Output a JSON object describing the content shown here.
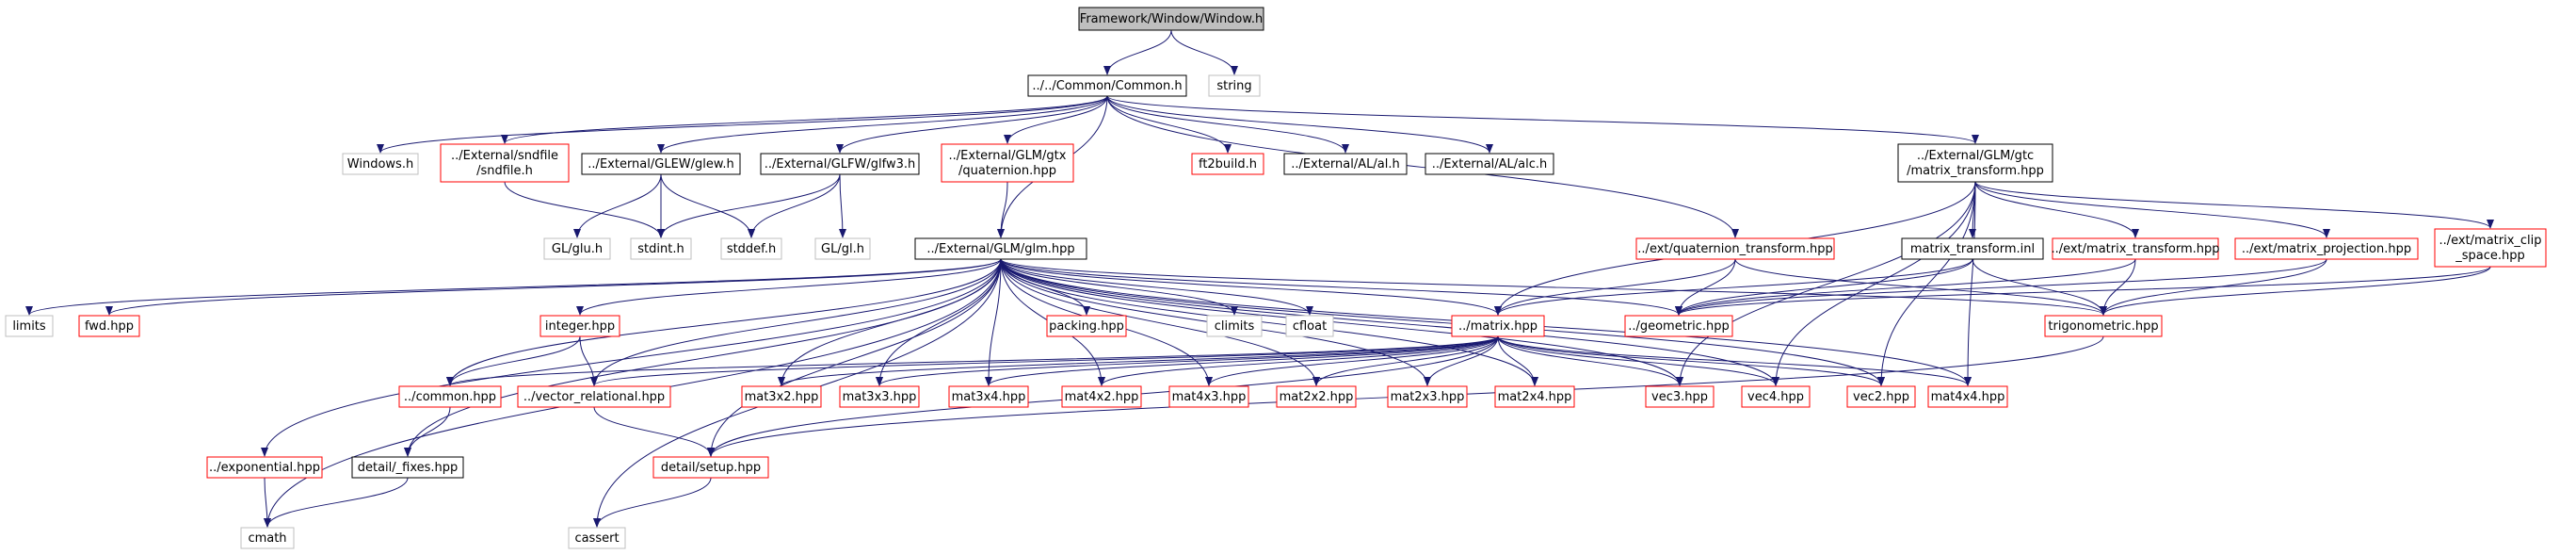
{
  "colors": {
    "edge": "#191970",
    "box_black": "#000000",
    "box_red": "#ff0000",
    "box_gray": "#bfbfbf",
    "root_fill": "#bfbfbf",
    "text": "#000000"
  },
  "nodes": [
    {
      "id": "window_h",
      "lines": [
        "Framework/Window/Window.h"
      ],
      "style": "root"
    },
    {
      "id": "string",
      "lines": [
        "string"
      ],
      "style": "gray"
    },
    {
      "id": "common_h",
      "lines": [
        "../../Common/Common.h"
      ],
      "style": "black"
    },
    {
      "id": "windows_h",
      "lines": [
        "Windows.h"
      ],
      "style": "gray"
    },
    {
      "id": "sndfile_h",
      "lines": [
        "../External/sndfile",
        "/sndfile.h"
      ],
      "style": "red"
    },
    {
      "id": "glew_h",
      "lines": [
        "../External/GLEW/glew.h"
      ],
      "style": "black"
    },
    {
      "id": "glfw3_h",
      "lines": [
        "../External/GLFW/glfw3.h"
      ],
      "style": "black"
    },
    {
      "id": "quaternion_hpp",
      "lines": [
        "../External/GLM/gtx",
        "/quaternion.hpp"
      ],
      "style": "red"
    },
    {
      "id": "ft2build_h",
      "lines": [
        "ft2build.h"
      ],
      "style": "red"
    },
    {
      "id": "al_h",
      "lines": [
        "../External/AL/al.h"
      ],
      "style": "black"
    },
    {
      "id": "alc_h",
      "lines": [
        "../External/AL/alc.h"
      ],
      "style": "black"
    },
    {
      "id": "gtc_matrix_transform",
      "lines": [
        "../External/GLM/gtc",
        "/matrix_transform.hpp"
      ],
      "style": "black"
    },
    {
      "id": "gl_glu_h",
      "lines": [
        "GL/glu.h"
      ],
      "style": "gray"
    },
    {
      "id": "stdint_h",
      "lines": [
        "stdint.h"
      ],
      "style": "gray"
    },
    {
      "id": "stddef_h",
      "lines": [
        "stddef.h"
      ],
      "style": "gray"
    },
    {
      "id": "gl_gl_h",
      "lines": [
        "GL/gl.h"
      ],
      "style": "gray"
    },
    {
      "id": "glm_hpp",
      "lines": [
        "../External/GLM/glm.hpp"
      ],
      "style": "black"
    },
    {
      "id": "ext_quat_transform",
      "lines": [
        "../ext/quaternion_transform.hpp"
      ],
      "style": "red"
    },
    {
      "id": "matrix_transform_inl",
      "lines": [
        "matrix_transform.inl"
      ],
      "style": "black"
    },
    {
      "id": "ext_matrix_transform",
      "lines": [
        "../ext/matrix_transform.hpp"
      ],
      "style": "red"
    },
    {
      "id": "ext_matrix_projection",
      "lines": [
        "../ext/matrix_projection.hpp"
      ],
      "style": "red"
    },
    {
      "id": "ext_matrix_clip_space",
      "lines": [
        "../ext/matrix_clip",
        "_space.hpp"
      ],
      "style": "red"
    },
    {
      "id": "limits",
      "lines": [
        "limits"
      ],
      "style": "gray"
    },
    {
      "id": "fwd_hpp",
      "lines": [
        "fwd.hpp"
      ],
      "style": "red"
    },
    {
      "id": "integer_hpp",
      "lines": [
        "integer.hpp"
      ],
      "style": "red"
    },
    {
      "id": "packing_hpp",
      "lines": [
        "packing.hpp"
      ],
      "style": "red"
    },
    {
      "id": "climits",
      "lines": [
        "climits"
      ],
      "style": "gray"
    },
    {
      "id": "cfloat",
      "lines": [
        "cfloat"
      ],
      "style": "gray"
    },
    {
      "id": "matrix_hpp",
      "lines": [
        "../matrix.hpp"
      ],
      "style": "red"
    },
    {
      "id": "geometric_hpp",
      "lines": [
        "../geometric.hpp"
      ],
      "style": "red"
    },
    {
      "id": "trigonometric_hpp",
      "lines": [
        "trigonometric.hpp"
      ],
      "style": "red"
    },
    {
      "id": "common_hpp",
      "lines": [
        "../common.hpp"
      ],
      "style": "red"
    },
    {
      "id": "vector_relational_hpp",
      "lines": [
        "../vector_relational.hpp"
      ],
      "style": "red"
    },
    {
      "id": "mat3x2_hpp",
      "lines": [
        "mat3x2.hpp"
      ],
      "style": "red"
    },
    {
      "id": "mat3x3_hpp",
      "lines": [
        "mat3x3.hpp"
      ],
      "style": "red"
    },
    {
      "id": "mat3x4_hpp",
      "lines": [
        "mat3x4.hpp"
      ],
      "style": "red"
    },
    {
      "id": "mat4x2_hpp",
      "lines": [
        "mat4x2.hpp"
      ],
      "style": "red"
    },
    {
      "id": "mat4x3_hpp",
      "lines": [
        "mat4x3.hpp"
      ],
      "style": "red"
    },
    {
      "id": "mat2x2_hpp",
      "lines": [
        "mat2x2.hpp"
      ],
      "style": "red"
    },
    {
      "id": "mat2x3_hpp",
      "lines": [
        "mat2x3.hpp"
      ],
      "style": "red"
    },
    {
      "id": "mat2x4_hpp",
      "lines": [
        "mat2x4.hpp"
      ],
      "style": "red"
    },
    {
      "id": "vec3_hpp",
      "lines": [
        "vec3.hpp"
      ],
      "style": "red"
    },
    {
      "id": "vec4_hpp",
      "lines": [
        "vec4.hpp"
      ],
      "style": "red"
    },
    {
      "id": "vec2_hpp",
      "lines": [
        "vec2.hpp"
      ],
      "style": "red"
    },
    {
      "id": "mat4x4_hpp",
      "lines": [
        "mat4x4.hpp"
      ],
      "style": "red"
    },
    {
      "id": "exponential_hpp",
      "lines": [
        "../exponential.hpp"
      ],
      "style": "red"
    },
    {
      "id": "detail_fixes_hpp",
      "lines": [
        "detail/_fixes.hpp"
      ],
      "style": "black"
    },
    {
      "id": "detail_setup_hpp",
      "lines": [
        "detail/setup.hpp"
      ],
      "style": "red"
    },
    {
      "id": "cmath",
      "lines": [
        "cmath"
      ],
      "style": "gray"
    },
    {
      "id": "cassert",
      "lines": [
        "cassert"
      ],
      "style": "gray"
    }
  ],
  "edges": [
    [
      "window_h",
      "common_h"
    ],
    [
      "window_h",
      "string"
    ],
    [
      "common_h",
      "windows_h"
    ],
    [
      "common_h",
      "sndfile_h"
    ],
    [
      "common_h",
      "glew_h"
    ],
    [
      "common_h",
      "glfw3_h"
    ],
    [
      "common_h",
      "quaternion_hpp"
    ],
    [
      "common_h",
      "ft2build_h"
    ],
    [
      "common_h",
      "al_h"
    ],
    [
      "common_h",
      "alc_h"
    ],
    [
      "common_h",
      "gtc_matrix_transform"
    ],
    [
      "common_h",
      "glm_hpp"
    ],
    [
      "common_h",
      "ext_quat_transform"
    ],
    [
      "sndfile_h",
      "stdint_h"
    ],
    [
      "glew_h",
      "gl_glu_h"
    ],
    [
      "glew_h",
      "stdint_h"
    ],
    [
      "glew_h",
      "stddef_h"
    ],
    [
      "glfw3_h",
      "stdint_h"
    ],
    [
      "glfw3_h",
      "stddef_h"
    ],
    [
      "glfw3_h",
      "gl_gl_h"
    ],
    [
      "quaternion_hpp",
      "glm_hpp"
    ],
    [
      "gtc_matrix_transform",
      "matrix_transform_inl"
    ],
    [
      "gtc_matrix_transform",
      "ext_matrix_transform"
    ],
    [
      "gtc_matrix_transform",
      "ext_matrix_projection"
    ],
    [
      "gtc_matrix_transform",
      "ext_matrix_clip_space"
    ],
    [
      "gtc_matrix_transform",
      "vec3_hpp"
    ],
    [
      "gtc_matrix_transform",
      "vec4_hpp"
    ],
    [
      "gtc_matrix_transform",
      "vec2_hpp"
    ],
    [
      "gtc_matrix_transform",
      "mat4x4_hpp"
    ],
    [
      "gtc_matrix_transform",
      "matrix_hpp"
    ],
    [
      "glm_hpp",
      "limits"
    ],
    [
      "glm_hpp",
      "fwd_hpp"
    ],
    [
      "glm_hpp",
      "integer_hpp"
    ],
    [
      "glm_hpp",
      "packing_hpp"
    ],
    [
      "glm_hpp",
      "climits"
    ],
    [
      "glm_hpp",
      "cfloat"
    ],
    [
      "glm_hpp",
      "matrix_hpp"
    ],
    [
      "glm_hpp",
      "geometric_hpp"
    ],
    [
      "glm_hpp",
      "trigonometric_hpp"
    ],
    [
      "glm_hpp",
      "common_hpp"
    ],
    [
      "glm_hpp",
      "vector_relational_hpp"
    ],
    [
      "glm_hpp",
      "mat3x2_hpp"
    ],
    [
      "glm_hpp",
      "mat3x3_hpp"
    ],
    [
      "glm_hpp",
      "mat3x4_hpp"
    ],
    [
      "glm_hpp",
      "mat4x2_hpp"
    ],
    [
      "glm_hpp",
      "mat4x3_hpp"
    ],
    [
      "glm_hpp",
      "mat2x2_hpp"
    ],
    [
      "glm_hpp",
      "mat2x3_hpp"
    ],
    [
      "glm_hpp",
      "mat2x4_hpp"
    ],
    [
      "glm_hpp",
      "vec3_hpp"
    ],
    [
      "glm_hpp",
      "vec4_hpp"
    ],
    [
      "glm_hpp",
      "vec2_hpp"
    ],
    [
      "glm_hpp",
      "mat4x4_hpp"
    ],
    [
      "glm_hpp",
      "exponential_hpp"
    ],
    [
      "glm_hpp",
      "detail_fixes_hpp"
    ],
    [
      "glm_hpp",
      "detail_setup_hpp"
    ],
    [
      "glm_hpp",
      "cmath"
    ],
    [
      "glm_hpp",
      "cassert"
    ],
    [
      "ext_quat_transform",
      "geometric_hpp"
    ],
    [
      "ext_quat_transform",
      "trigonometric_hpp"
    ],
    [
      "ext_quat_transform",
      "matrix_hpp"
    ],
    [
      "matrix_transform_inl",
      "geometric_hpp"
    ],
    [
      "matrix_transform_inl",
      "trigonometric_hpp"
    ],
    [
      "matrix_transform_inl",
      "matrix_hpp"
    ],
    [
      "ext_matrix_transform",
      "geometric_hpp"
    ],
    [
      "ext_matrix_transform",
      "trigonometric_hpp"
    ],
    [
      "ext_matrix_projection",
      "geometric_hpp"
    ],
    [
      "ext_matrix_projection",
      "trigonometric_hpp"
    ],
    [
      "ext_matrix_clip_space",
      "geometric_hpp"
    ],
    [
      "ext_matrix_clip_space",
      "trigonometric_hpp"
    ],
    [
      "integer_hpp",
      "common_hpp"
    ],
    [
      "integer_hpp",
      "vector_relational_hpp"
    ],
    [
      "matrix_hpp",
      "common_hpp"
    ],
    [
      "matrix_hpp",
      "vector_relational_hpp"
    ],
    [
      "matrix_hpp",
      "mat3x2_hpp"
    ],
    [
      "matrix_hpp",
      "mat3x3_hpp"
    ],
    [
      "matrix_hpp",
      "mat3x4_hpp"
    ],
    [
      "matrix_hpp",
      "mat4x2_hpp"
    ],
    [
      "matrix_hpp",
      "mat4x3_hpp"
    ],
    [
      "matrix_hpp",
      "mat2x2_hpp"
    ],
    [
      "matrix_hpp",
      "mat2x3_hpp"
    ],
    [
      "matrix_hpp",
      "mat2x4_hpp"
    ],
    [
      "matrix_hpp",
      "vec3_hpp"
    ],
    [
      "matrix_hpp",
      "vec4_hpp"
    ],
    [
      "matrix_hpp",
      "vec2_hpp"
    ],
    [
      "matrix_hpp",
      "mat4x4_hpp"
    ],
    [
      "matrix_hpp",
      "detail_setup_hpp"
    ],
    [
      "common_hpp",
      "detail_fixes_hpp"
    ],
    [
      "vector_relational_hpp",
      "detail_setup_hpp"
    ],
    [
      "trigonometric_hpp",
      "detail_setup_hpp"
    ],
    [
      "exponential_hpp",
      "cmath"
    ],
    [
      "detail_fixes_hpp",
      "cmath"
    ],
    [
      "detail_setup_hpp",
      "cassert"
    ]
  ]
}
